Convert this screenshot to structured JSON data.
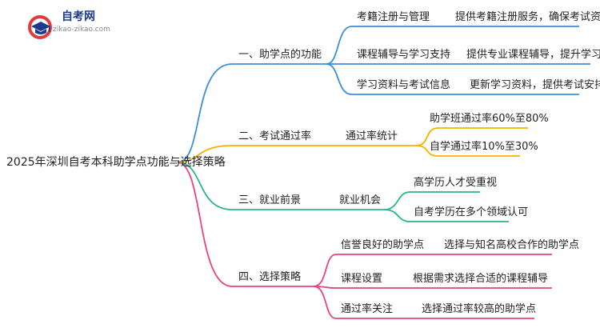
{
  "logo": {
    "title": "自考网",
    "subtitle": "zikao-zikao.com",
    "icon": "graduation-cap-icon"
  },
  "root": "2025年深圳自考本科助学点功能与选择策略",
  "colors": {
    "b1": "#3d8fd9",
    "b2": "#f0b400",
    "b3": "#2bb58c",
    "b4": "#e8437e"
  },
  "branches": [
    {
      "label": "一、助学点的功能",
      "children": [
        {
          "label": "考籍注册与管理",
          "detail": "提供考籍注册服务，确保考试资格"
        },
        {
          "label": "课程辅导与学习支持",
          "detail": "提供专业课程辅导，提升学习效率"
        },
        {
          "label": "学习资料与考试信息",
          "detail": "更新学习资料，提供考试安排"
        }
      ]
    },
    {
      "label": "二、考试通过率",
      "sub": "通过率统计",
      "children": [
        "助学班通过率60%至80%",
        "自学通过率10%至30%"
      ]
    },
    {
      "label": "三、就业前景",
      "sub": "就业机会",
      "children": [
        "高学历人才受重视",
        "自考学历在多个领域认可"
      ]
    },
    {
      "label": "四、选择策略",
      "children": [
        {
          "label": "信誉良好的助学点",
          "detail": "选择与知名高校合作的助学点"
        },
        {
          "label": "课程设置",
          "detail": "根据需求选择合适的课程辅导"
        },
        {
          "label": "通过率关注",
          "detail": "选择通过率较高的助学点"
        }
      ]
    }
  ]
}
